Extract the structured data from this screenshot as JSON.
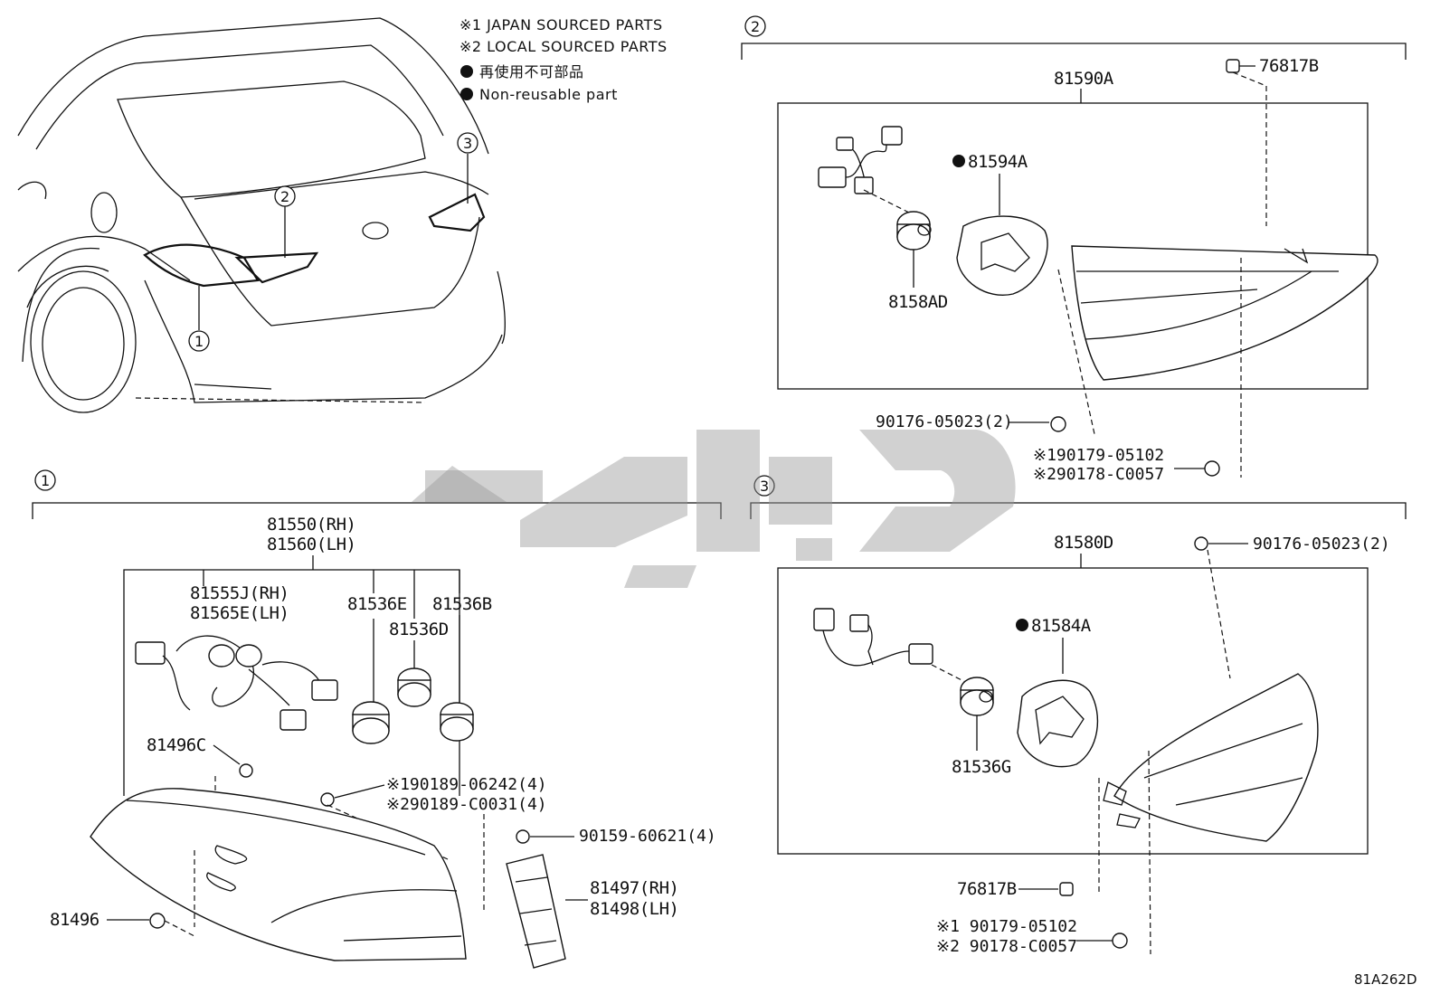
{
  "legend": {
    "japan": "※1 JAPAN SOURCED PARTS",
    "local": "※2 LOCAL SOURCED PARTS",
    "nonreusable_jp": "再使用不可部品",
    "nonreusable_en": "Non-reusable part"
  },
  "callouts": {
    "one": "1",
    "two": "2",
    "three": "3"
  },
  "section2": {
    "assembly": "81590A",
    "clip_top": "76817B",
    "gasket": "81594A",
    "socket": "8158AD",
    "screw": "90176-05023(2)",
    "nut_jp": "※190179-05102",
    "nut_local": "※290178-C0057"
  },
  "section1": {
    "assembly_rh": "81550(RH)",
    "assembly_lh": "81560(LH)",
    "harness_rh": "81555J(RH)",
    "harness_lh": "81565E(LH)",
    "socket_e": "81536E",
    "socket_b": "81536B",
    "socket_d": "81536D",
    "clip_c": "81496C",
    "bolt_jp": "※190189-06242(4)",
    "bolt_local": "※290189-C0031(4)",
    "screw": "90159-60621(4)",
    "bracket_rh": "81497(RH)",
    "bracket_lh": "81498(LH)",
    "clip": "81496"
  },
  "section3": {
    "assembly": "81580D",
    "screw": "90176-05023(2)",
    "gasket": "81584A",
    "socket": "81536G",
    "clip": "76817B",
    "nut_jp": "※1 90179-05102",
    "nut_local": "※2 90178-C0057"
  },
  "drawing_code": "81A262D",
  "colors": {
    "ink": "#111111",
    "watermark": "#9a9a9a"
  }
}
